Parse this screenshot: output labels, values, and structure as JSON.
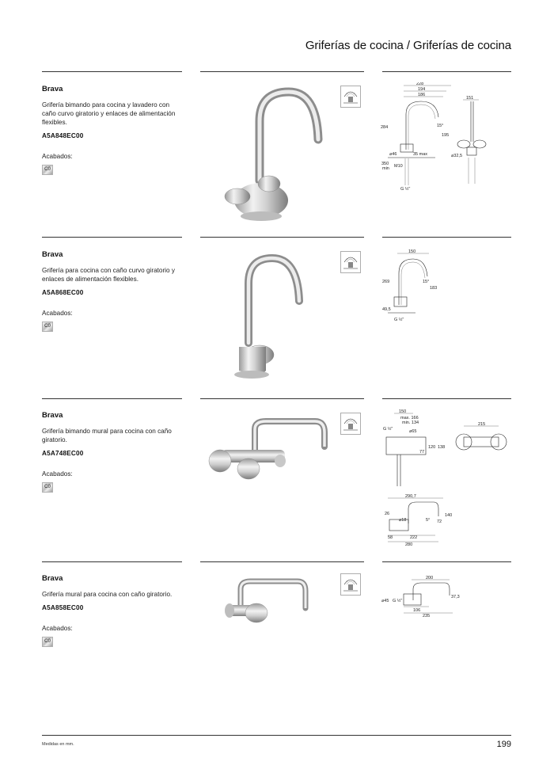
{
  "header": {
    "title": "Griferías de cocina / Griferías de cocina"
  },
  "products": [
    {
      "name": "Brava",
      "description": "Grifería bimando para cocina y lavadero con caño curvo giratorio y enlaces de alimentación flexibles.",
      "code": "A5A848EC00",
      "finishes_label": "Acabados:",
      "finish_code": "C0",
      "dims": {
        "d1": "228",
        "d2": "194",
        "d3": "186",
        "d4": "151",
        "d5": "284",
        "d6": "15°",
        "d7": "195",
        "d8": "⌀46",
        "d9": "35 max",
        "d10": "⌀32,5",
        "d11": "350",
        "d12": "min",
        "d13": "M10",
        "d14": "G ½\""
      }
    },
    {
      "name": "Brava",
      "description": "Grifería para cocina con caño curvo giratorio y enlaces de alimentación flexibles.",
      "code": "A5A868EC00",
      "finishes_label": "Acabados:",
      "finish_code": "C0",
      "dims": {
        "d1": "150",
        "d2": "269",
        "d3": "15°",
        "d4": "183",
        "d5": "49,5",
        "d6": "G ½\""
      }
    },
    {
      "name": "Brava",
      "description": "Grifería bimando mural para cocina con caño giratorio.",
      "code": "A5A748EC00",
      "finishes_label": "Acabados:",
      "finish_code": "C0",
      "dims": {
        "d1": "150",
        "d2": "max. 166",
        "d3": "min. 134",
        "d4": "G ½\"",
        "d5": "⌀65",
        "d6": "120",
        "d7": "138",
        "d8": "77",
        "d9": "215",
        "d10": "290,7",
        "d11": "26",
        "d12": "⌀18",
        "d13": "5°",
        "d14": "140",
        "d15": "72",
        "d16": "58",
        "d17": "222",
        "d18": "280"
      }
    },
    {
      "name": "Brava",
      "description": "Grifería mural para cocina con caño giratorio.",
      "code": "A5A858EC00",
      "finishes_label": "Acabados:",
      "finish_code": "C0",
      "dims": {
        "d1": "200",
        "d2": "⌀45",
        "d3": "G ½\"",
        "d4": "37,3",
        "d5": "106",
        "d6": "235"
      }
    }
  ],
  "footer": {
    "note": "Medidas en mm.",
    "page_number": "199"
  }
}
